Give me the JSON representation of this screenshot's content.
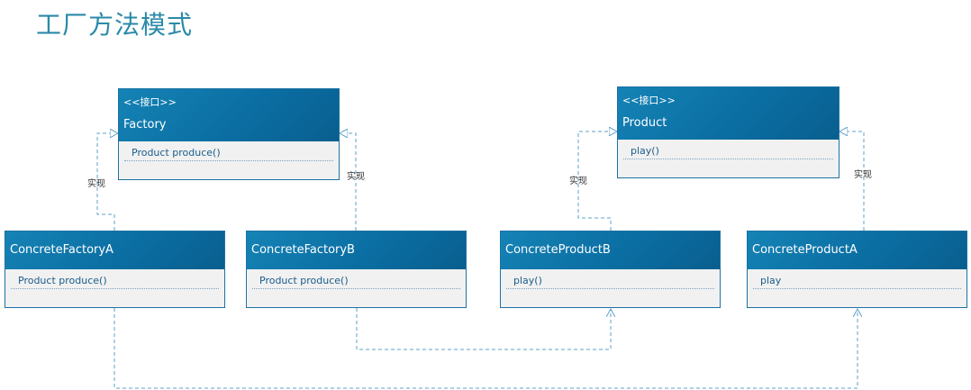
{
  "title": "工厂方法模式",
  "classes": {
    "factory": {
      "stereotype": "<<接口>>",
      "name": "Factory",
      "operation": "Product produce()"
    },
    "product": {
      "stereotype": "<<接口>>",
      "name": "Product",
      "operation": "play()"
    },
    "factoryA": {
      "name": "ConcreteFactoryA",
      "operation": "Product produce()"
    },
    "factoryB": {
      "name": "ConcreteFactoryB",
      "operation": "Product produce()"
    },
    "productB": {
      "name": "ConcreteProductB",
      "operation": "play()"
    },
    "productA": {
      "name": "ConcreteProductA",
      "operation": "play"
    }
  },
  "relations": {
    "realize_label": "实现"
  },
  "colors": {
    "header": "#0b6ea3",
    "border": "#1c72a3",
    "connector": "#5fa0c8",
    "title": "#2a8aa8"
  }
}
